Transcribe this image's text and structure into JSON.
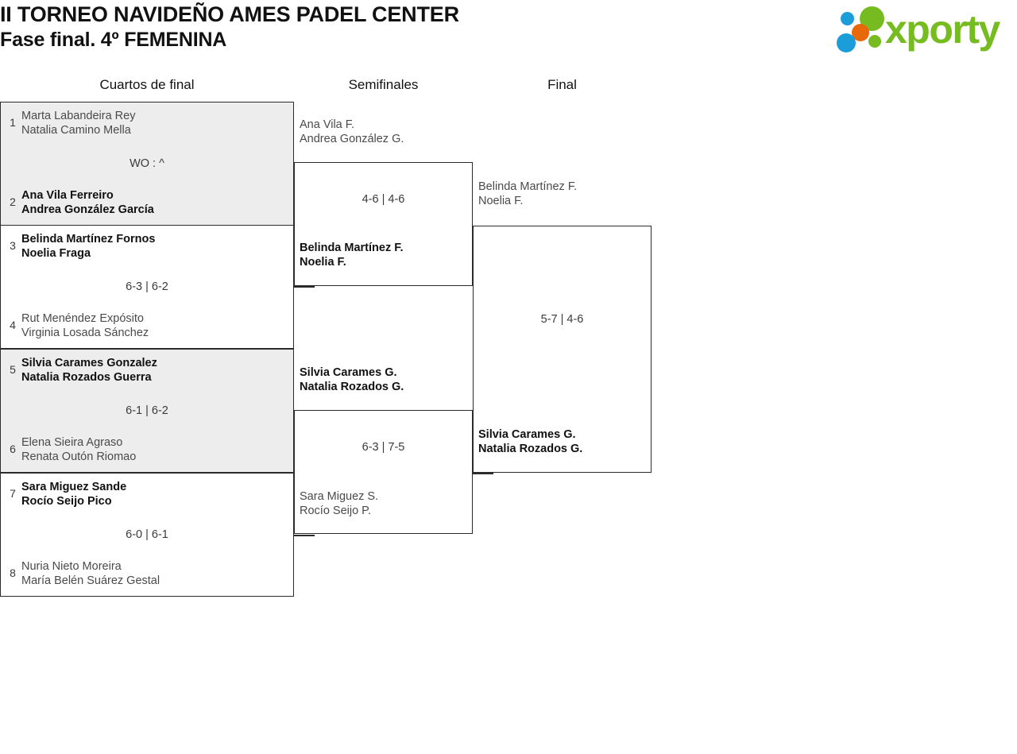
{
  "header": {
    "title_line1": "II TORNEO NAVIDEÑO AMES PADEL CENTER",
    "title_line2": "Fase final. 4º FEMENINA",
    "logo": {
      "wordmark": "xporty",
      "colors": {
        "green": "#76bc21",
        "orange": "#e8690b",
        "blue": "#1b9dd9"
      },
      "dots": [
        {
          "name": "blue-top-left",
          "color": "#1b9dd9"
        },
        {
          "name": "green-large",
          "color": "#76bc21"
        },
        {
          "name": "orange-center",
          "color": "#e8690b"
        },
        {
          "name": "blue-bottom-left",
          "color": "#1b9dd9"
        },
        {
          "name": "green-small",
          "color": "#76bc21"
        }
      ]
    }
  },
  "columns": {
    "quarterfinals": "Cuartos de final",
    "semifinals": "Semifinales",
    "final": "Final"
  },
  "bracket": {
    "quarterfinals": [
      {
        "shaded": true,
        "score": "WO : ^",
        "top": {
          "seed": "1",
          "player1": "Marta Labandeira Rey",
          "player2": "Natalia Camino Mella",
          "winner": false
        },
        "bottom": {
          "seed": "2",
          "player1": "Ana Vila Ferreiro",
          "player2": "Andrea González García",
          "winner": true
        }
      },
      {
        "shaded": false,
        "score": "6-3 | 6-2",
        "top": {
          "seed": "3",
          "player1": "Belinda Martínez Fornos",
          "player2": "Noelia Fraga",
          "winner": true
        },
        "bottom": {
          "seed": "4",
          "player1": "Rut Menéndez Expósito",
          "player2": "Virginia Losada Sánchez",
          "winner": false
        }
      },
      {
        "shaded": true,
        "score": "6-1 | 6-2",
        "top": {
          "seed": "5",
          "player1": "Silvia Carames Gonzalez",
          "player2": "Natalia Rozados Guerra",
          "winner": true
        },
        "bottom": {
          "seed": "6",
          "player1": "Elena Sieira Agraso",
          "player2": "Renata Outón Riomao",
          "winner": false
        }
      },
      {
        "shaded": false,
        "score": "6-0 | 6-1",
        "top": {
          "seed": "7",
          "player1": "Sara Miguez Sande",
          "player2": "Rocío Seijo Pico",
          "winner": true
        },
        "bottom": {
          "seed": "8",
          "player1": "Nuria Nieto Moreira",
          "player2": "María Belén Suárez Gestal",
          "winner": false
        }
      }
    ],
    "semifinals": [
      {
        "score": "4-6 | 4-6",
        "top": {
          "player1": "Ana Vila F.",
          "player2": "Andrea González G.",
          "winner": false
        },
        "bottom": {
          "player1": "Belinda Martínez F.",
          "player2": "Noelia F.",
          "winner": true
        }
      },
      {
        "score": "6-3 | 7-5",
        "top": {
          "player1": "Silvia Carames G.",
          "player2": "Natalia Rozados G.",
          "winner": true
        },
        "bottom": {
          "player1": "Sara Miguez S.",
          "player2": "Rocío Seijo P.",
          "winner": false
        }
      }
    ],
    "final": {
      "score": "5-7 | 4-6",
      "top": {
        "player1": "Belinda Martínez F.",
        "player2": "Noelia F.",
        "winner": false
      },
      "bottom": {
        "player1": "Silvia Carames G.",
        "player2": "Natalia Rozados G.",
        "winner": true
      }
    }
  }
}
